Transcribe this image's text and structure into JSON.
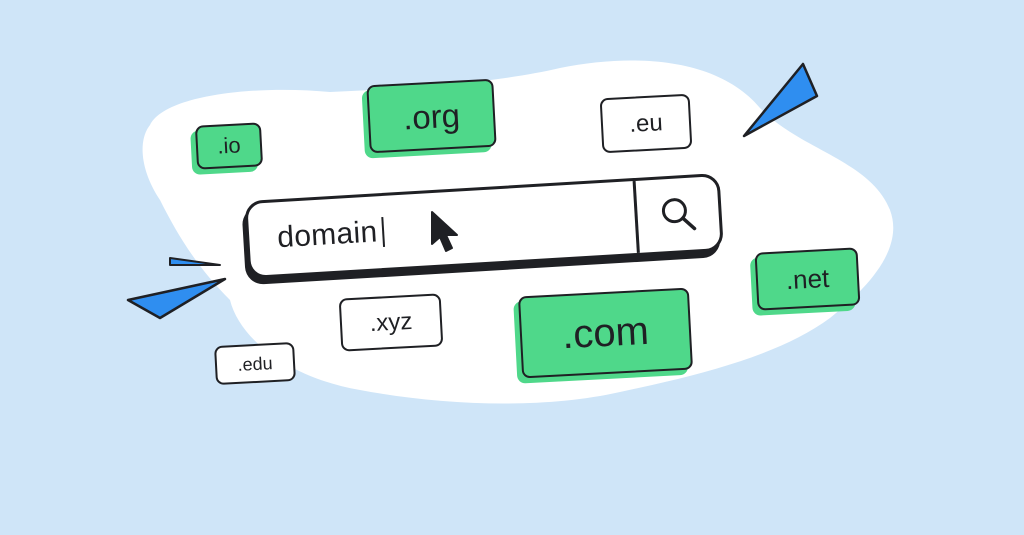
{
  "search": {
    "value": "domain",
    "search_icon": "search-icon",
    "cursor_icon": "mouse-pointer-icon"
  },
  "domain_tags": {
    "org": ".org",
    "io": ".io",
    "eu": ".eu",
    "net": ".net",
    "xyz": ".xyz",
    "com": ".com",
    "edu": ".edu"
  },
  "colors": {
    "background": "#cfe5f8",
    "blob": "#ffffff",
    "green_accent": "#4fd88a",
    "blue_accent": "#2f8ef0",
    "outline": "#1f2024"
  }
}
